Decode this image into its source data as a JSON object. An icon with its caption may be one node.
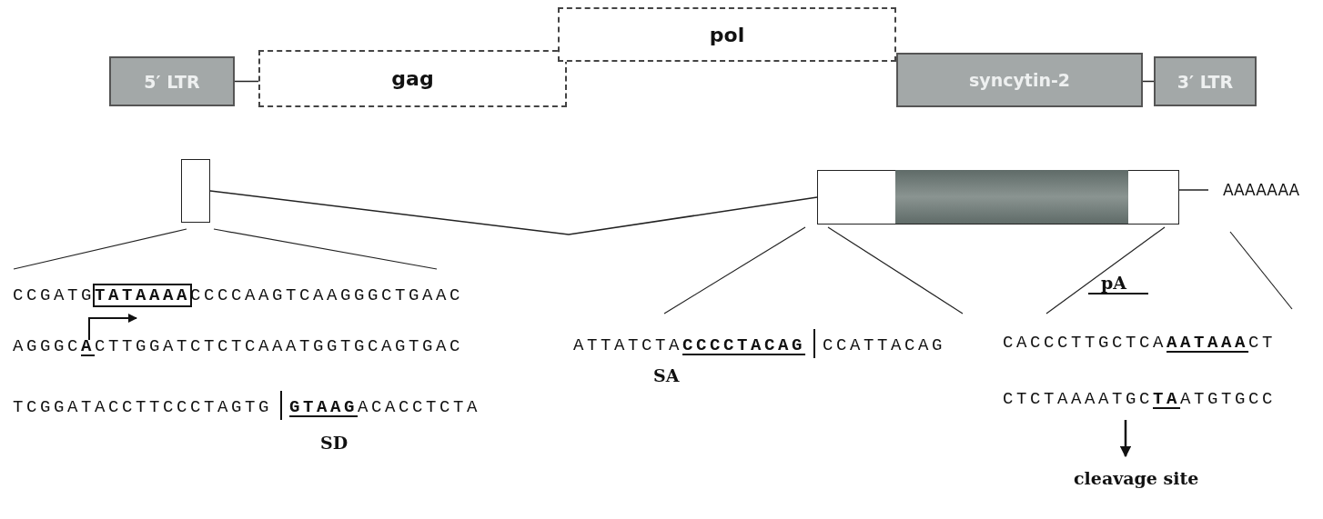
{
  "diagram": {
    "nodes": [
      {
        "text": [
          "5′ LTR"
        ]
      },
      {
        "text": [
          "gag"
        ]
      },
      {
        "text": [
          "pol"
        ]
      },
      {
        "text": [
          "syncytin-2"
        ]
      },
      {
        "text": [
          "3′ LTR"
        ]
      },
      {
        "text": [],
        "shape": "box"
      },
      {
        "text": [],
        "shape": "box"
      },
      {
        "text": [],
        "shape": "bar",
        "in": 6
      },
      {
        "text": [
          "AAAAAAA"
        ]
      }
    ],
    "edges": [
      {
        "from": 0,
        "to": 1,
        "arrow": "none"
      },
      {
        "from": 3,
        "to": 4,
        "arrow": "none"
      },
      {
        "from": 5,
        "to": 6,
        "arrow": "none"
      },
      {
        "from": 6,
        "to": 8,
        "arrow": "none"
      }
    ],
    "labels": [
      "CCGATG**TATAAAA**CCCCAAGTCAAGGGCTGAAC",
      "AGGGC**A**CTTGGATCTCTCAAATGGTGCAGTGAC",
      "TCGGATACCTTCCCTAGTG **GTAAG**ACACCTCTA",
      "SD",
      "ATTATCTA**CCCCTACAG** CCATTACAG",
      "SA",
      "pA",
      "CACCCTTGCTCA**AATAAA**CT",
      "CTCTAAAATGC**TA**ATGTGCC",
      "cleavage site"
    ]
  }
}
